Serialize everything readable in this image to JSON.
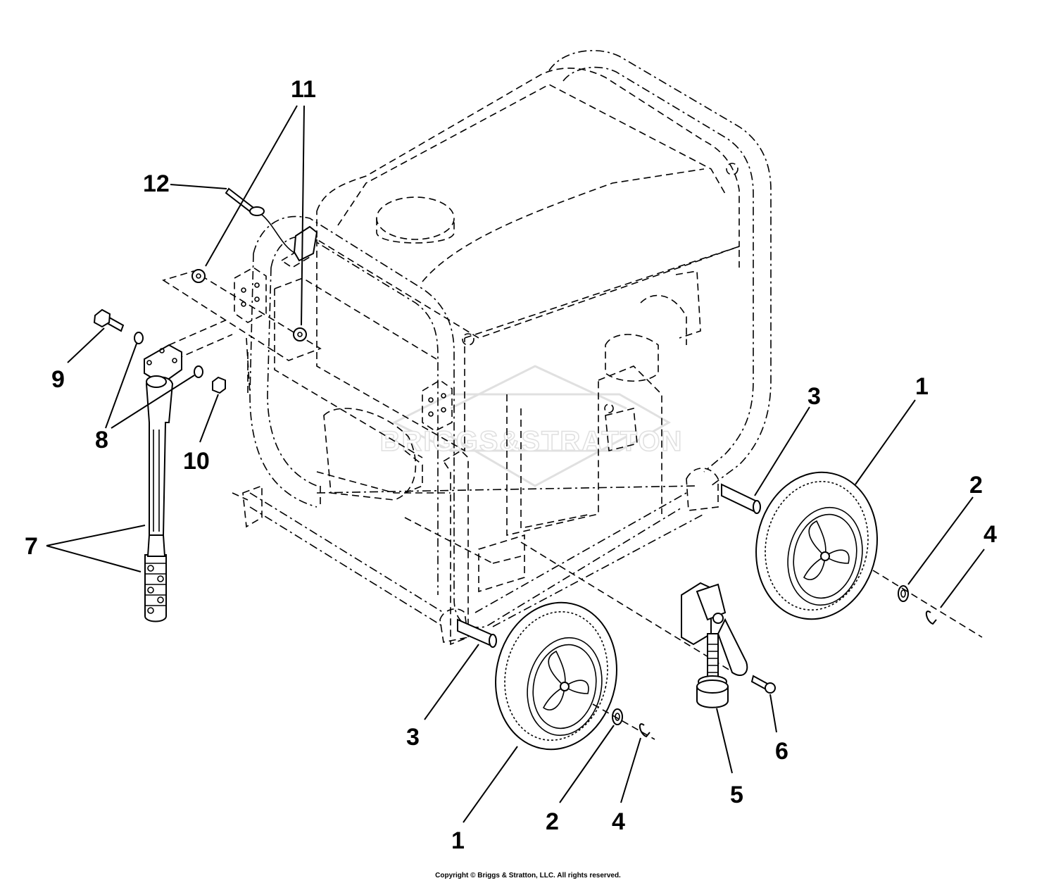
{
  "callouts": {
    "c1": "1",
    "c2": "2",
    "c3": "3",
    "c4": "4",
    "c5": "5",
    "c6": "6",
    "c7": "7",
    "c8": "8",
    "c9": "9",
    "c10": "10",
    "c11": "11",
    "c12": "12"
  },
  "watermark": {
    "text": "BRIGGS&STRATTON"
  },
  "copyright": "Copyright © Briggs & Stratton, LLC. All rights reserved."
}
